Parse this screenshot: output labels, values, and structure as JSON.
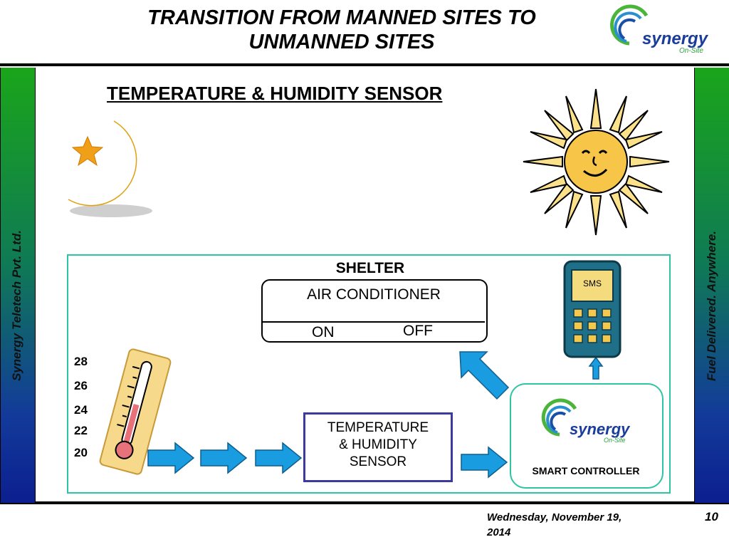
{
  "header": {
    "title": "TRANSITION FROM MANNED SITES TO UNMANNED SITES",
    "logo_text": "synergy",
    "logo_subtext": "On-Site"
  },
  "sidebar_left": {
    "text": "Synergy Teletech Pvt. Ltd."
  },
  "sidebar_right": {
    "text": "Fuel Delivered. Anywhere."
  },
  "section_title": "TEMPERATURE & HUMIDITY SENSOR",
  "diagram": {
    "shelter_label": "SHELTER",
    "air_conditioner": {
      "label": "AIR CONDITIONER",
      "on": "ON",
      "off": "OFF"
    },
    "thermometer_scale": [
      "28",
      "26",
      "24",
      "22",
      "20"
    ],
    "phone_screen": "SMS",
    "sensor_label_lines": [
      "TEMPERATURE",
      "& HUMIDITY",
      "SENSOR"
    ],
    "controller": {
      "logo_text": "synergy",
      "logo_subtext": "On-Site",
      "label": "SMART CONTROLLER"
    }
  },
  "footer": {
    "date_line1": "Wednesday, November 19,",
    "date_line2": "2014",
    "page_number": "10"
  },
  "colors": {
    "sidebar_green": "#1aa51a",
    "sidebar_blue": "#0c1f8f",
    "panel_border": "#2ec4a6",
    "arrow_blue": "#1a9de0",
    "sensor_border": "#3a3aa0",
    "phone_body": "#1f6f88"
  }
}
